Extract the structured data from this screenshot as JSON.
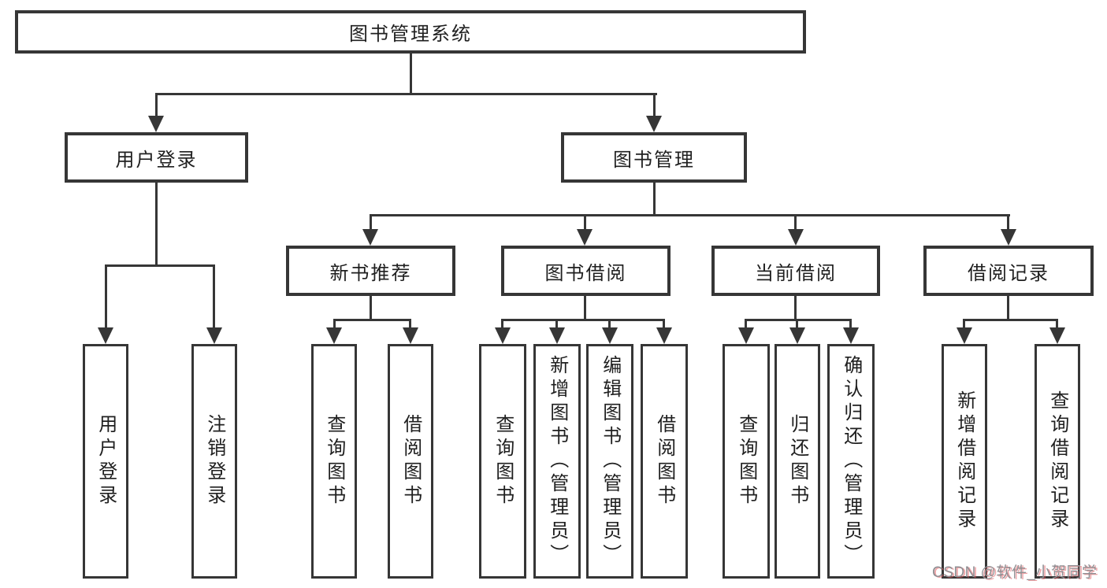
{
  "tree": {
    "root": "图书管理系统",
    "branches": [
      {
        "label": "用户登录",
        "children": [
          "用户登录",
          "注销登录"
        ]
      },
      {
        "label": "图书管理",
        "sections": [
          {
            "label": "新书推荐",
            "children": [
              "查询图书",
              "借阅图书"
            ]
          },
          {
            "label": "图书借阅",
            "children": [
              "查询图书",
              "新增图书（管理员）",
              "编辑图书（管理员）",
              "借阅图书"
            ]
          },
          {
            "label": "当前借阅",
            "children": [
              "查询图书",
              "归还图书",
              "确认归还（管理员）"
            ]
          },
          {
            "label": "借阅记录",
            "children": [
              "新增借阅记录",
              "查询借阅记录"
            ]
          }
        ]
      }
    ]
  },
  "watermark": {
    "text": "CSDN @软件_小贺同学"
  },
  "colors": {
    "line": "#363636",
    "text": "#1f1f1f",
    "box_background": "#ffffff",
    "watermark_gray": "#8f8f93",
    "watermark_red": "#e0585d"
  }
}
